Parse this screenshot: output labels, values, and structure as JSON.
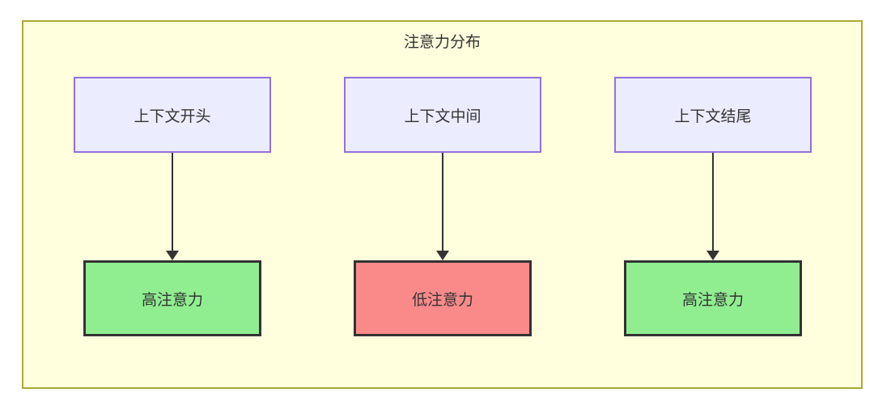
{
  "diagram": {
    "title": "注意力分布",
    "columns": [
      {
        "source": "上下文开头",
        "result": "高注意力",
        "attention_level": "high"
      },
      {
        "source": "上下文中间",
        "result": "低注意力",
        "attention_level": "low"
      },
      {
        "source": "上下文结尾",
        "result": "高注意力",
        "attention_level": "high"
      }
    ],
    "colors": {
      "container_bg": "#FFFFDE",
      "container_border": "#AAAA33",
      "source_bg": "#ECECFF",
      "source_border": "#9370DB",
      "high_bg": "#90EE90",
      "low_bg": "#FA8A8A",
      "result_border": "#333333",
      "arrow": "#333333",
      "text": "#333333"
    }
  }
}
